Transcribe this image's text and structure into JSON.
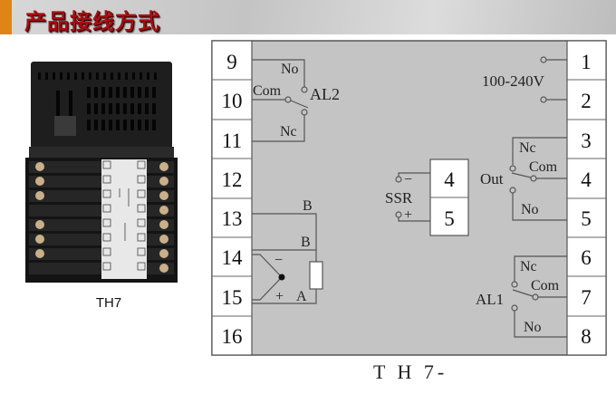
{
  "header": {
    "title": "产品接线方式",
    "accent_color": "#e08418",
    "title_color": "#a80d12"
  },
  "product": {
    "label": "TH7",
    "image_alt": "TH7 temperature controller rear view"
  },
  "diagram": {
    "caption": "T H 7-",
    "left_terminals": [
      "9",
      "10",
      "11",
      "12",
      "13",
      "14",
      "15",
      "16"
    ],
    "right_terminals": [
      "1",
      "2",
      "3",
      "4",
      "5",
      "6",
      "7",
      "8"
    ],
    "center_terminals": [
      "4",
      "5"
    ],
    "power": {
      "label": "100-240V"
    },
    "al2": {
      "name": "AL2",
      "no": "No",
      "com": "Com",
      "nc": "Nc"
    },
    "out": {
      "name": "Out",
      "nc": "Nc",
      "com": "Com",
      "no": "No"
    },
    "al1": {
      "name": "AL1",
      "nc": "Nc",
      "com": "Com",
      "no": "No"
    },
    "ssr": {
      "name": "SSR",
      "minus": "−",
      "plus": "+"
    },
    "input": {
      "b1": "B",
      "b2": "B",
      "a": "A",
      "minus": "−",
      "plus": "+"
    },
    "panel_color": "#c4c4c4"
  }
}
